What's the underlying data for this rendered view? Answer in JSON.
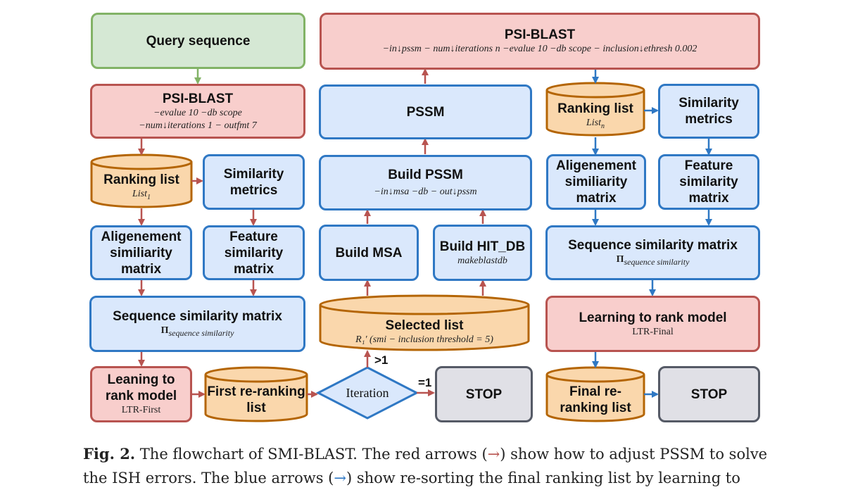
{
  "nodes": {
    "query": {
      "title": "Query sequence"
    },
    "psi1": {
      "title": "PSI-BLAST",
      "line1": "−evalue 10  −db scope",
      "line2": "−num↓iterations 1  − outfmt 7"
    },
    "rank1": {
      "title": "Ranking list",
      "sub": "List",
      "sub_index": "1"
    },
    "simmet1": {
      "title": "Similarity metrics"
    },
    "align1": {
      "title": "Aligenement similiarity matrix"
    },
    "feat1": {
      "title": "Feature similarity matrix"
    },
    "seqsim1": {
      "title": "Sequence similarity matrix",
      "sub": "Π",
      "sub_index": "sequence similarity"
    },
    "ltr1": {
      "title": "Leaning to rank model",
      "sub": "LTR-First"
    },
    "first": {
      "title": "First re-ranking list"
    },
    "iter": {
      "title": "Iteration"
    },
    "stop1": {
      "title": "STOP"
    },
    "psi2": {
      "title": "PSI-BLAST",
      "line1": "−in↓pssm  − num↓iterations n  −evalue 10  −db scope  − inclusion↓ethresh 0.002"
    },
    "pssm": {
      "title": "PSSM"
    },
    "buildpssm": {
      "title": "Build PSSM",
      "line1": "−in↓msa  −db  − out↓pssm"
    },
    "msa": {
      "title": "Build MSA"
    },
    "hitdb": {
      "title": "Build HIT_DB",
      "line1": "makeblastdb"
    },
    "selected": {
      "title": "Selected list",
      "line1": "R₁′ (smi − inclusion threshold = 5)"
    },
    "rankn": {
      "title": "Ranking list",
      "sub": "List",
      "sub_index": "n"
    },
    "simmet2": {
      "title": "Similarity metrics"
    },
    "align2": {
      "title": "Aligenement similiarity matrix"
    },
    "feat2": {
      "title": "Feature similarity matrix"
    },
    "seqsim2": {
      "title": "Sequence similarity matrix",
      "sub": "Π",
      "sub_index": "sequence similarity"
    },
    "ltr2": {
      "title": "Learning to rank model",
      "sub": "LTR-Final"
    },
    "final": {
      "title": "Final re-ranking list"
    },
    "stop2": {
      "title": "STOP"
    }
  },
  "edges": {
    "gt1": ">1",
    "eq1": "=1"
  },
  "colors": {
    "red_arrow": "#b85450",
    "blue_arrow": "#2f78c4",
    "green_border": "#82b366"
  },
  "caption": {
    "fig": "Fig. 2.",
    "text1": " The flowchart of SMI-BLAST. The red arrows (",
    "arrow": "→",
    "text2": ") show how to adjust PSSM to solve",
    "line2a": "the ISH errors. The blue arrows (",
    "line2b": ") show re-sorting the final ranking list by learning to"
  }
}
